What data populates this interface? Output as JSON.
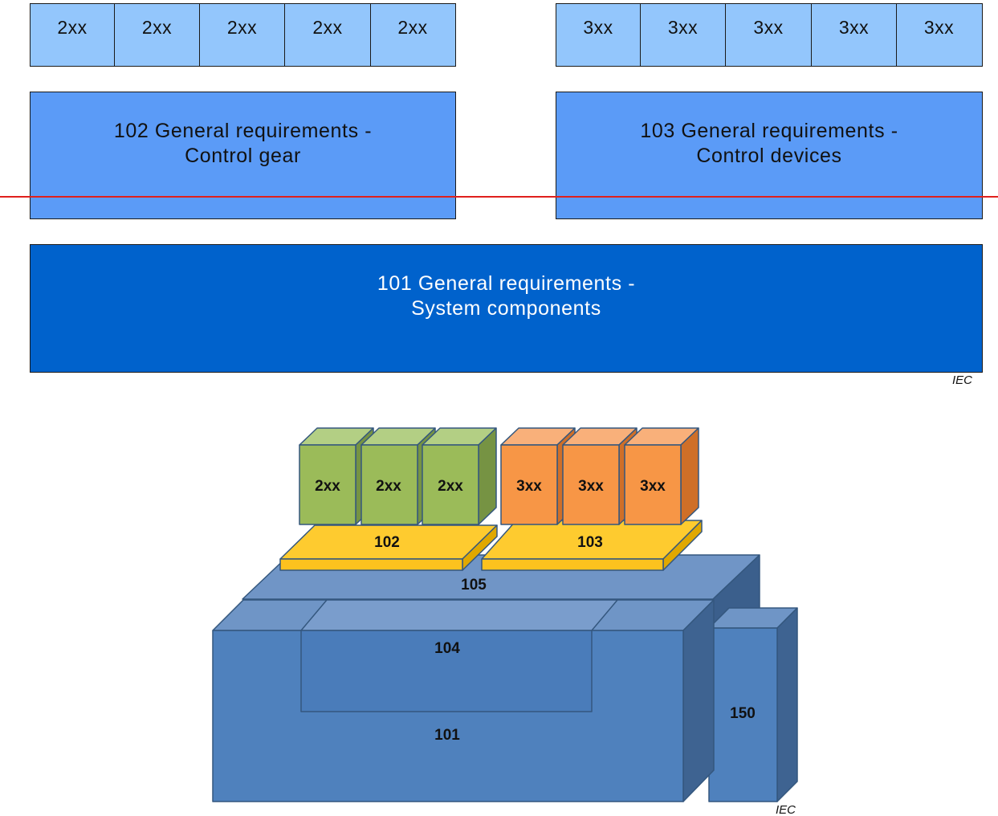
{
  "top_diagram": {
    "row_2xx": [
      "2xx",
      "2xx",
      "2xx",
      "2xx",
      "2xx"
    ],
    "row_3xx": [
      "3xx",
      "3xx",
      "3xx",
      "3xx",
      "3xx"
    ],
    "box_102": {
      "line1": "102 General requirements -",
      "line2": "Control gear"
    },
    "box_103": {
      "line1": "103 General requirements -",
      "line2": "Control devices"
    },
    "box_101": {
      "line1": "101 General requirements -",
      "line2": "System components"
    },
    "iec_label": "IEC"
  },
  "bottom_diagram": {
    "green_blocks": [
      "2xx",
      "2xx",
      "2xx"
    ],
    "orange_blocks": [
      "3xx",
      "3xx",
      "3xx"
    ],
    "plate_102": "102",
    "plate_103": "103",
    "layer_105": "105",
    "inner_104": "104",
    "base_101": "101",
    "side_150": "150",
    "iec_label": "IEC"
  },
  "colors": {
    "light_blue": "#93c6fc",
    "mid_blue": "#5b9bf7",
    "dark_blue": "#0062cc",
    "red_line": "#e0201c",
    "green": "#9bbb59",
    "orange": "#f79646",
    "yellow": "#fecb2f",
    "steel_blue": "#4f81bd"
  }
}
